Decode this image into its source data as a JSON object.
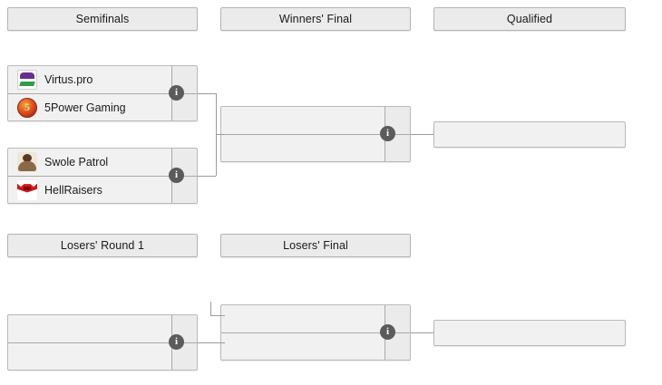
{
  "bracket": {
    "upper": {
      "headers": [
        {
          "label": "Semifinals"
        },
        {
          "label": "Winners' Final"
        },
        {
          "label": "Qualified"
        }
      ],
      "matches": [
        {
          "name": "semifinal-1",
          "info_icon": "info-icon",
          "info_glyph": "i",
          "rows": [
            {
              "team": "Virtus.pro",
              "logo": "virtus-pro-logo",
              "score": ""
            },
            {
              "team": "5Power Gaming",
              "logo": "5power-gaming-logo",
              "score": ""
            }
          ]
        },
        {
          "name": "semifinal-2",
          "info_icon": "info-icon",
          "info_glyph": "i",
          "rows": [
            {
              "team": "Swole Patrol",
              "logo": "swole-patrol-logo",
              "score": ""
            },
            {
              "team": "HellRaisers",
              "logo": "hellraisers-logo",
              "score": ""
            }
          ]
        },
        {
          "name": "winners-final",
          "info_icon": "info-icon",
          "info_glyph": "i",
          "rows": [
            {
              "team": "",
              "logo": "",
              "score": ""
            },
            {
              "team": "",
              "logo": "",
              "score": ""
            }
          ]
        },
        {
          "name": "qualified-slot",
          "rows": [
            {
              "team": "",
              "logo": "",
              "score": ""
            }
          ]
        }
      ]
    },
    "lower": {
      "headers": [
        {
          "label": "Losers' Round 1"
        },
        {
          "label": "Losers' Final"
        }
      ],
      "matches": [
        {
          "name": "losers-round-1",
          "info_icon": "info-icon",
          "info_glyph": "i",
          "rows": [
            {
              "team": "",
              "logo": "",
              "score": ""
            },
            {
              "team": "",
              "logo": "",
              "score": ""
            }
          ]
        },
        {
          "name": "losers-final",
          "info_icon": "info-icon",
          "info_glyph": "i",
          "rows": [
            {
              "team": "",
              "logo": "",
              "score": ""
            },
            {
              "team": "",
              "logo": "",
              "score": ""
            }
          ]
        },
        {
          "name": "losers-qualified-slot",
          "rows": [
            {
              "team": "",
              "logo": "",
              "score": ""
            }
          ]
        }
      ]
    }
  },
  "colors": {
    "box_fill": "#f1f1f1",
    "header_fill": "#ebebeb",
    "border": "#b9b9b9",
    "line": "#9a9a9a",
    "info_badge": "#5b5b5b",
    "text": "#1a1a1a"
  }
}
